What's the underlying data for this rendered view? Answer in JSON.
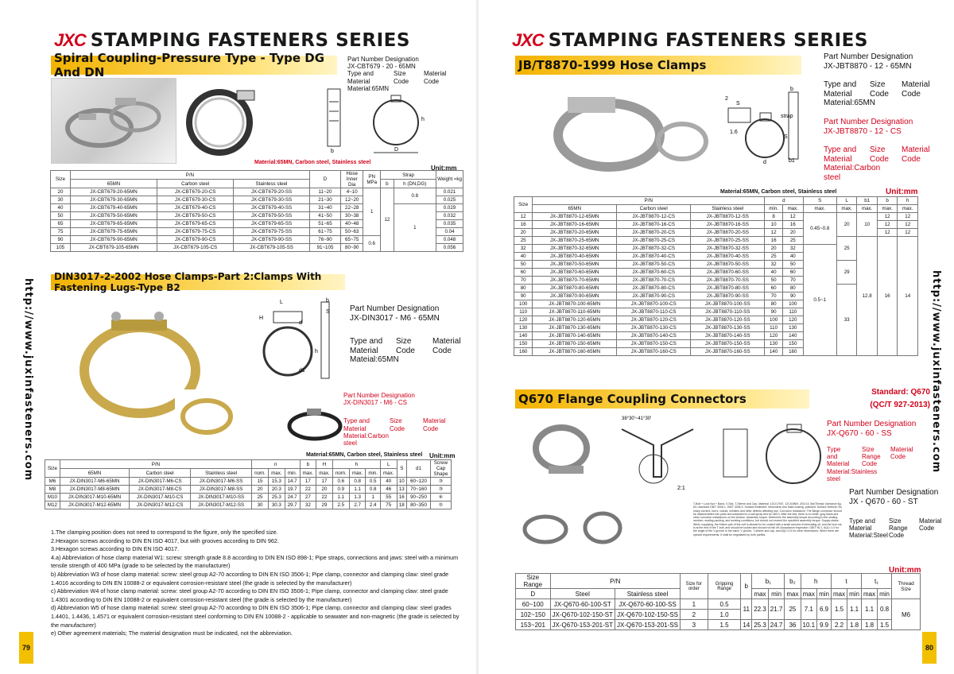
{
  "brand": {
    "logo": "JXC",
    "series": "STAMPING FASTENERS SERIES"
  },
  "website": "http://www.juxinfasteners.com",
  "left": {
    "page_number": "79",
    "sec1": {
      "title": "Spiral Coupling-Pressure Type - Type DG And DN",
      "pn_title": "Part Number Designation",
      "pn_code": "JX-CBT679  -  20  -  65MN",
      "pn_l1": "Type and Material Material:65MN",
      "pn_l2": "Size Code",
      "pn_l3": "Material Code",
      "material_note": "Material:65MN, Carbon steel, Stainless steel",
      "unit": "Unit:mm",
      "h_size": "Size",
      "h_pn": "P/N",
      "h_65": "65MN",
      "h_cs": "Carbon steel",
      "h_ss": "Stainless steel",
      "h_d": "D",
      "h_hose": "Hose Inner Dia",
      "h_pnm": "PN MPa",
      "h_strap": "Strap",
      "h_b": "b",
      "h_h": "h (DN,DG)",
      "h_w": "Weight ≈kg",
      "rows": [
        [
          "20",
          "JX-CBT679-20-65MN",
          "JX-CBT679-20-CS",
          "JX-CBT679-20-SS",
          "11~20",
          "4~10",
          "0.021"
        ],
        [
          "30",
          "JX-CBT679-30-65MN",
          "JX-CBT679-30-CS",
          "JX-CBT679-30-SS",
          "21~30",
          "12~20",
          "0.025"
        ],
        [
          "40",
          "JX-CBT679-40-65MN",
          "JX-CBT679-40-CS",
          "JX-CBT679-40-SS",
          "31~40",
          "22~28",
          "0.029"
        ],
        [
          "50",
          "JX-CBT679-50-65MN",
          "JX-CBT679-50-CS",
          "JX-CBT679-50-SS",
          "41~50",
          "30~38",
          "0.032"
        ],
        [
          "65",
          "JX-CBT679-65-65MN",
          "JX-CBT679-65-CS",
          "JX-CBT679-65-SS",
          "51~65",
          "40~48",
          "0.035"
        ],
        [
          "75",
          "JX-CBT679-75-65MN",
          "JX-CBT679-75-CS",
          "JX-CBT679-75-SS",
          "61~75",
          "50~63",
          "0.04"
        ],
        [
          "90",
          "JX-CBT679-90-65MN",
          "JX-CBT679-90-CS",
          "JX-CBT679-90-SS",
          "76~90",
          "65~75",
          "0.048"
        ],
        [
          "105",
          "JX-CBT679-105-65MN",
          "JX-CBT679-105-CS",
          "JX-CBT679-105-SS",
          "91~105",
          "80~90",
          "0.056"
        ]
      ],
      "pn_1": "1",
      "pn_06": "0.6",
      "b_12": "12",
      "h_08": "0.8",
      "h_1": "1"
    },
    "sec2": {
      "title": "DIN3017-2-2002  Hose Clamps-Part 2:Clamps With Fastening Lugs-Type B2",
      "pn_title": "Part Number Designation",
      "pn_code": "JX-DIN3017  -  M6  -  65MN",
      "pn_l1": "Type and Material Mateial:65MN",
      "pn_l2": "Size Code",
      "pn_l3": "Material Code",
      "pn2_title": "Part Number Designation",
      "pn2_code": "JX-DIN3017  -  M6  -  CS",
      "pn2_l1": "Type and Material Material:Carbon steel",
      "pn2_l2": "Size Code",
      "pn2_l3": "Material Code",
      "material_note": "Material:65MN, Carbon steel, Stainless steel",
      "unit": "Unit:mm",
      "h_size": "Size",
      "h_pn": "P/N",
      "h_65": "65MN",
      "h_cs": "Carbon steel",
      "h_ss": "Stainless steel",
      "h_n": "n",
      "h_b": "b",
      "h_H": "H",
      "h_hh": "h",
      "h_L": "L",
      "h_S": "S",
      "h_d1": "d1",
      "h_cap": "Screw Cap Shape",
      "h_nom": "nom.",
      "h_max": "max.",
      "h_min": "min.",
      "rows": [
        [
          "M6",
          "JX-DIN3017-M6-65MN",
          "JX-DIN3017-M6-CS",
          "JX-DIN3017-M6-SS",
          "15",
          "15.3",
          "14.7",
          "17",
          "17",
          "0.6",
          "0.8",
          "0.5",
          "40",
          "10",
          "60~120",
          "③"
        ],
        [
          "M8",
          "JX-DIN3017-M8-65MN",
          "JX-DIN3017-M8-CS",
          "JX-DIN3017-M8-SS",
          "20",
          "20.3",
          "19.7",
          "22",
          "20",
          "0.9",
          "1.1",
          "0.8",
          "46",
          "13",
          "70~160",
          "③"
        ],
        [
          "M10",
          "JX-DIN3017-M10-65MN",
          "JX-DIN3017-M10-CS",
          "JX-DIN3017-M10-SS",
          "25",
          "25.3",
          "24.7",
          "27",
          "22",
          "1.1",
          "1.3",
          "1",
          "55",
          "16",
          "90~250",
          "④"
        ],
        [
          "M12",
          "JX-DIN3017-M12-65MN",
          "JX-DIN3017-M12-CS",
          "JX-DIN3017-M12-SS",
          "30",
          "30.3",
          "29.7",
          "32",
          "29",
          "2.5",
          "2.7",
          "2.4",
          "75",
          "18",
          "80~350",
          "⑤"
        ]
      ]
    },
    "notes": [
      "1.The clamping position does not need to correspond to the figure, only the specified size.",
      "2.Hexagon screws according to DIN EN ISO 4017, but with grooves according to DIN 962.",
      "3.Hexagon screws according to DIN EN ISO 4017.",
      "4.a) Abbreviation of hose clamp material W1: screw: strength grade 8.8 according to DIN EN ISO 898-1; Pipe straps, connections and jaws: steel with a minimum tensile strength of 400 MPa (grade to be selected by the manufacturer)",
      "b) Abbreviation W3 of hose clamp material: screw: steel group A2-70 according to DIN EN ISO 3506-1; Pipe clamp, connector and clamping claw: steel grade 1.4016 according to DIN EN 10088-2 or equivalent corrosion-resistant steel (the grade is selected by the manufacturer)",
      "c) Abbreviation W4 of hose clamp material: screw: steel group A2-70 according to DIN EN ISO 3506-1; Pipe clamp, connector and clamping claw: steel grade 1.4301 according to DIN EN 10088-2 or equivalent corrosion-resistant steel (the grade is selected by the manufacturer)",
      "d) Abbreviation W5 of hose clamp material: screw: steel group A2-70 according to DIN EN ISO 3506-1; Pipe clamp, connector and clamping claw: steel grades 1.4401, 1.4436, 1.4571 or equivalent corrosion-resistant steel conforming to DIN EN 10088-2 - applicable to seawater and non-magnetic (the grade is selected by the manufacturer)",
      "e) Other agreement materials; The material designation must be indicated, not the abbreviation."
    ]
  },
  "right": {
    "page_number": "80",
    "sec1": {
      "title": "JB/T8870-1999  Hose Clamps",
      "pn_title": "Part Number Designation",
      "pn_code": "JX-JBT8870  -  12  -  65MN",
      "pn_l1": "Type and Material Material:65MN",
      "pn_l2": "Size Code",
      "pn_l3": "Material Code",
      "pn2_title": "Part Number Designation",
      "pn2_code": "JX-JBT8870  -  12  -  CS",
      "pn2_l1": "Type and Material Material:Carbon steel",
      "pn2_l2": "Size Code",
      "pn2_l3": "Material Code",
      "material_note": "Material:65MN, Carbon steel, Stainless steel",
      "unit": "Unit:mm",
      "h_size": "Size",
      "h_pn": "P/N",
      "h_65": "65MN",
      "h_cs": "Carbon steel",
      "h_ss": "Stainless steel",
      "h_d": "d",
      "h_S": "S",
      "h_L": "L",
      "h_b1": "b1",
      "h_b": "b",
      "h_h": "h",
      "h_min": "min.",
      "h_max": "max.",
      "rows": [
        [
          "12",
          "JX-JBT8870-12-65MN",
          "JX-JBT8870-12-CS",
          "JX-JBT8870-12-SS",
          "8",
          "12",
          "12",
          "12"
        ],
        [
          "16",
          "JX-JBT8870-16-65MN",
          "JX-JBT8870-16-CS",
          "JX-JBT8870-16-SS",
          "10",
          "16",
          "12",
          "12"
        ],
        [
          "20",
          "JX-JBT8870-20-65MN",
          "JX-JBT8870-20-CS",
          "JX-JBT8870-20-SS",
          "12",
          "20",
          "12",
          "12"
        ],
        [
          "25",
          "JX-JBT8870-25-65MN",
          "JX-JBT8870-25-CS",
          "JX-JBT8870-25-SS",
          "16",
          "25",
          "",
          ""
        ],
        [
          "32",
          "JX-JBT8870-32-65MN",
          "JX-JBT8870-32-CS",
          "JX-JBT8870-32-SS",
          "20",
          "32",
          "",
          ""
        ],
        [
          "40",
          "JX-JBT8870-40-65MN",
          "JX-JBT8870-40-CS",
          "JX-JBT8870-40-SS",
          "25",
          "40",
          "",
          ""
        ],
        [
          "50",
          "JX-JBT8870-50-65MN",
          "JX-JBT8870-50-CS",
          "JX-JBT8870-50-SS",
          "32",
          "50",
          "",
          ""
        ],
        [
          "60",
          "JX-JBT8870-60-65MN",
          "JX-JBT8870-60-CS",
          "JX-JBT8870-60-SS",
          "40",
          "60",
          "",
          ""
        ],
        [
          "70",
          "JX-JBT8870-70-65MN",
          "JX-JBT8870-70-CS",
          "JX-JBT8870-70-SS",
          "50",
          "70",
          "",
          ""
        ],
        [
          "80",
          "JX-JBT8870-80-65MN",
          "JX-JBT8870-80-CS",
          "JX-JBT8870-80-SS",
          "60",
          "80",
          "",
          ""
        ],
        [
          "90",
          "JX-JBT8870-90-65MN",
          "JX-JBT8870-90-CS",
          "JX-JBT8870-90-SS",
          "70",
          "90",
          "",
          ""
        ],
        [
          "100",
          "JX-JBT8870-100-65MN",
          "JX-JBT8870-100-CS",
          "JX-JBT8870-100-SS",
          "80",
          "100",
          "",
          ""
        ],
        [
          "110",
          "JX-JBT8870-110-65MN",
          "JX-JBT8870-110-CS",
          "JX-JBT8870-110-SS",
          "90",
          "110",
          "",
          ""
        ],
        [
          "120",
          "JX-JBT8870-120-65MN",
          "JX-JBT8870-120-CS",
          "JX-JBT8870-120-SS",
          "100",
          "120",
          "",
          ""
        ],
        [
          "130",
          "JX-JBT8870-130-65MN",
          "JX-JBT8870-130-CS",
          "JX-JBT8870-130-SS",
          "110",
          "130",
          "",
          ""
        ],
        [
          "140",
          "JX-JBT8870-140-65MN",
          "JX-JBT8870-140-CS",
          "JX-JBT8870-140-SS",
          "120",
          "140",
          "",
          ""
        ],
        [
          "150",
          "JX-JBT8870-150-65MN",
          "JX-JBT8870-150-CS",
          "JX-JBT8870-150-SS",
          "130",
          "150",
          "",
          ""
        ],
        [
          "160",
          "JX-JBT8870-160-65MN",
          "JX-JBT8870-160-CS",
          "JX-JBT8870-160-SS",
          "140",
          "160",
          "",
          ""
        ]
      ],
      "s_a": "0.45~0.8",
      "s_b": "0.5~1",
      "l_20": "20",
      "l_25": "25",
      "l_29": "29",
      "l_33": "33",
      "b1_10": "10",
      "b1_128": "12.8",
      "b_16": "16",
      "h_14": "14"
    },
    "sec2": {
      "title": "Q670 Flange Coupling Connectors",
      "std1": "Standard:  Q670",
      "std2": "(QC/T 927-2013)",
      "pn_title": "Part Number Designation",
      "pn_code": "JX-Q670 - 60 - SS",
      "pn_l1": "Type and Material Material:Stainless steel",
      "pn_l2": "Size Range Code",
      "pn_l3": "Material Code",
      "pn2_title": "Part Number Designation",
      "pn2_code": "JX - Q670  -  60  -  ST",
      "pn2_l1": "Type and Material Material:Steel",
      "pn2_l2": "Size Range Code",
      "pn2_l3": "Material Code",
      "draw_angle": "38°30'~41°30'",
      "draw_ratio": "2:1",
      "tech_text": "T-Bolt + Lock Nut + Band, V-Slot, T-Sleeve and Cap. Material: 12Cr17Ni7, 12Cr18Ni9, 20Cr13. Ma/Thread: tolerance 6g, 6H, standard GB/T 3006.1, GB/T 3006.9. Surface treatment: electroless zinc flake coating, polished. Surface Defects: No sharp corners, burrs, cracks, wrinkles and other defects affecting use. Corrosion resistance: The flange connector should be disassembled into parts and subjected to a salt spray test for 480 h. After the test, there is no white, gray black and other corrosive substances on the surface. Assembly torque: Determine the assembly torque according to the sealing medium, sealing packing, and working conditions, but should not exceed the specified assembly torque. Supply status: When supplying, the friction pair of the cuff is allowed to be coated with a small amount of lubricating oil, and the lock nut is at the end of the T-bolt, and should be locked and should not fall off. Acceptance inspection: GB/T 90.1. AQL=1.0 for the angle of the V groove in the band, V groove, T-sleeve and cap, and AQL=2.5 for other dimensions. When there are special requirements, it shall be negotiated by both parties.",
      "unit": "Unit:mm",
      "h_range": "Size Range",
      "h_D": "D",
      "h_pn": "P/N",
      "h_steel": "Steel",
      "h_ss": "Stainless steel",
      "h_order": "Size for order",
      "h_grip": "Gripping Range",
      "h_b": "b",
      "h_b1": "b₁",
      "h_b2": "b₂",
      "h_h": "h",
      "h_t": "t",
      "h_t1": "t₁",
      "h_thread": "Thread Size",
      "h_max": "max",
      "h_min": "min",
      "rows": [
        [
          "60~100",
          "JX-Q670-60-100-ST",
          "JX-Q670-60-100-SS",
          "1",
          "0.5",
          "11",
          "22.3",
          "21.7",
          "25",
          "7.1",
          "6.9",
          "1.5",
          "1.1",
          "1.1",
          "0.8"
        ],
        [
          "102~150",
          "JX-Q670-102-150-ST",
          "JX-Q670-102-150-SS",
          "2",
          "1.0",
          "",
          "",
          "",
          "",
          "",
          "",
          "",
          "",
          "",
          ""
        ],
        [
          "153~201",
          "JX-Q670-153-201-ST",
          "JX-Q670-153-201-SS",
          "3",
          "1.5",
          "14",
          "25.3",
          "24.7",
          "36",
          "10.1",
          "9.9",
          "2.2",
          "1.8",
          "1.8",
          "1.5"
        ]
      ],
      "thread": "M6"
    }
  },
  "colors": {
    "red": "#d0021b",
    "yellow": "#f2b200",
    "page_tab": "#f2c000"
  }
}
